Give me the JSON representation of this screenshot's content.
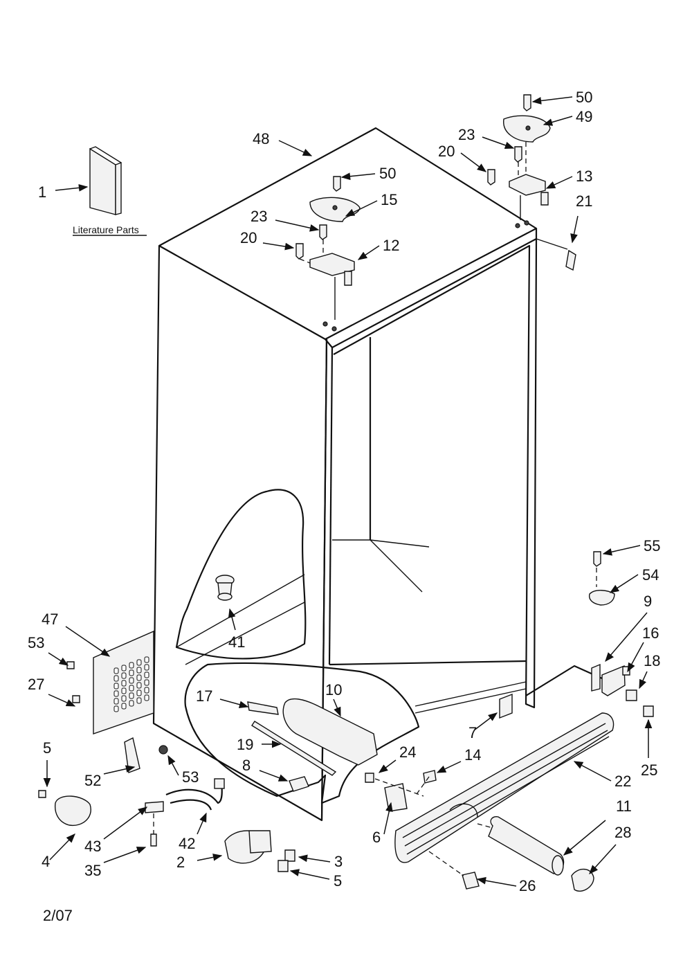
{
  "literature_caption": "Literature Parts",
  "date_code": "2/07",
  "callouts": [
    "1",
    "48",
    "50",
    "15",
    "23",
    "20",
    "12",
    "50",
    "49",
    "23",
    "20",
    "13",
    "21",
    "41",
    "55",
    "54",
    "9",
    "16",
    "18",
    "25",
    "47",
    "53",
    "27",
    "17",
    "10",
    "19",
    "8",
    "24",
    "14",
    "7",
    "22",
    "5",
    "4",
    "52",
    "53",
    "43",
    "35",
    "42",
    "2",
    "3",
    "5",
    "6",
    "11",
    "28",
    "26"
  ],
  "colors": {
    "line": "#111111",
    "background": "#ffffff",
    "part_fill": "#f2f2f2"
  }
}
